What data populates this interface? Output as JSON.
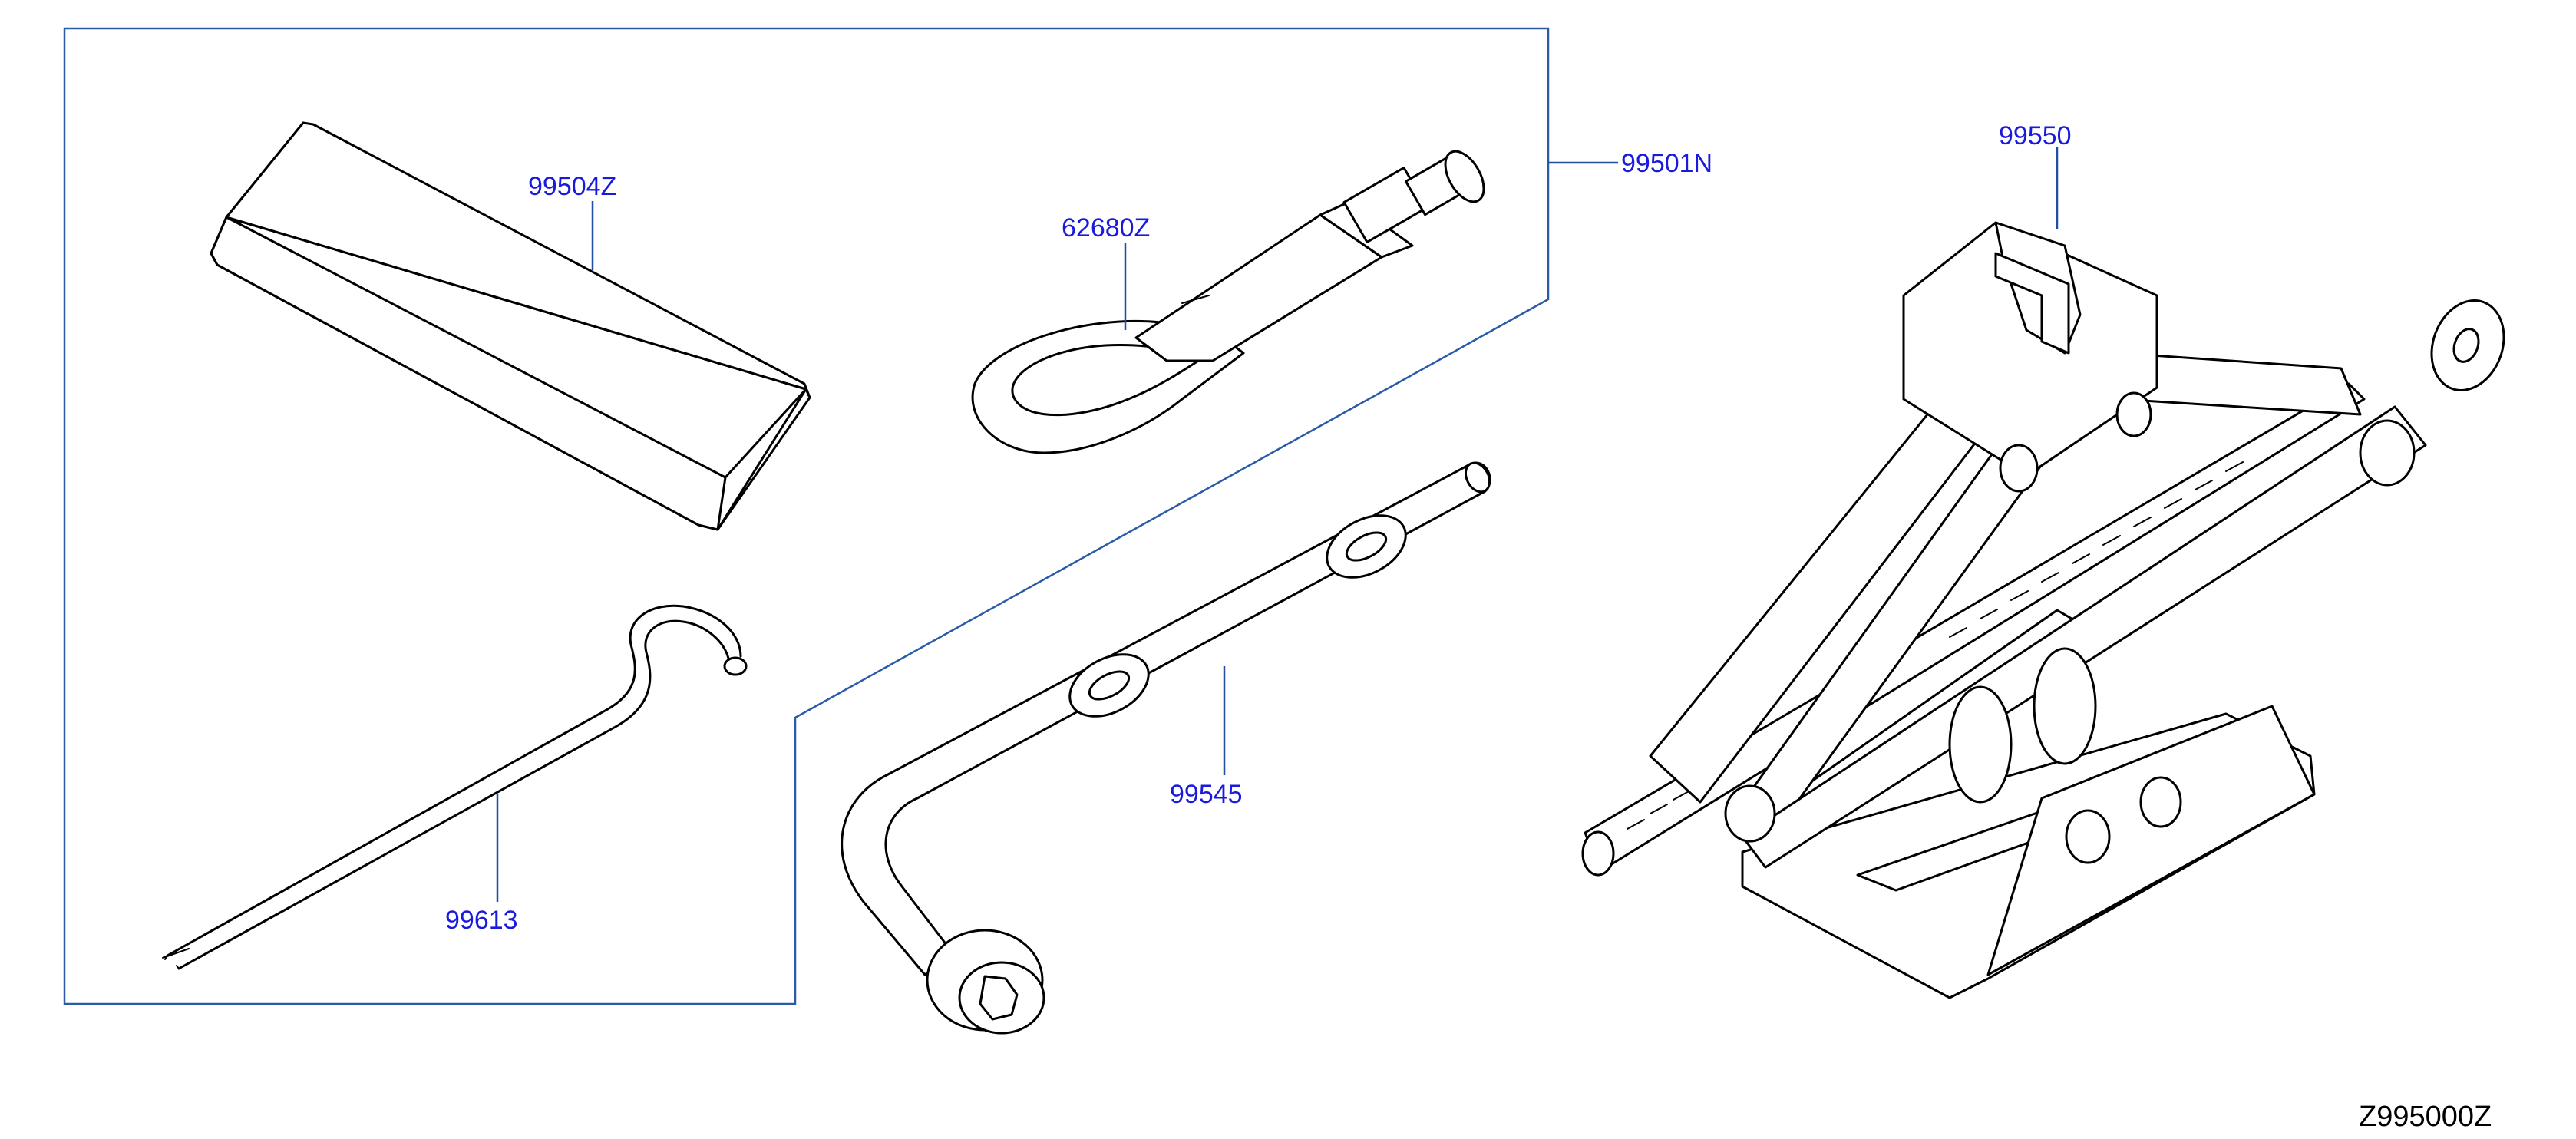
{
  "labels": {
    "kit": "99501N",
    "tool_bag": "99504Z",
    "tow_hook": "62680Z",
    "hook_rod": "99613",
    "wrench": "99545",
    "jack": "99550",
    "drawing_code": "Z995000Z"
  },
  "colors": {
    "label_text": "#1a1adc",
    "leader_lines": "#1e4fa0",
    "drawing_lines": "#000000",
    "background": "#ffffff"
  }
}
